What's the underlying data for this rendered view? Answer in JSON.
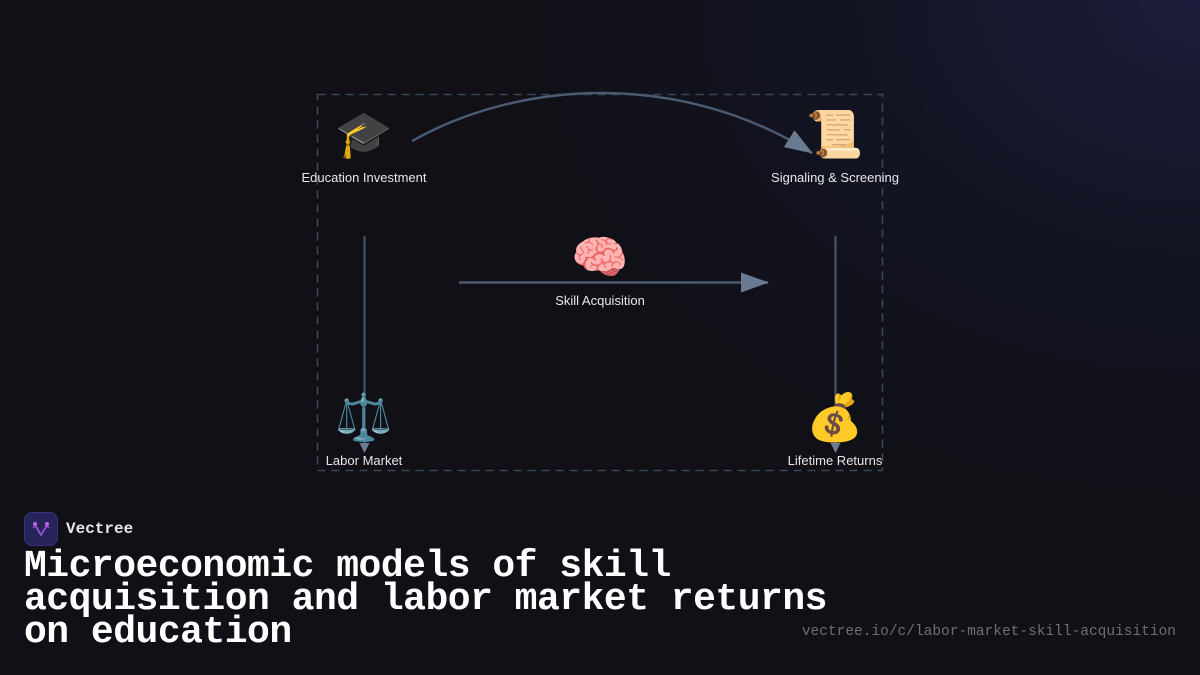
{
  "diagram": {
    "nodes": [
      {
        "id": "education",
        "label": "Education Investment",
        "icon": "graduation-cap-icon",
        "glyph": "🎓"
      },
      {
        "id": "signaling",
        "label": "Signaling & Screening",
        "icon": "scroll-icon",
        "glyph": "📜"
      },
      {
        "id": "skill",
        "label": "Skill Acquisition",
        "icon": "brain-icon",
        "glyph": "🧠"
      },
      {
        "id": "labor",
        "label": "Labor Market",
        "icon": "scales-icon",
        "glyph": "⚖️"
      },
      {
        "id": "returns",
        "label": "Lifetime Returns",
        "icon": "money-bag-icon",
        "glyph": "💰"
      }
    ],
    "edges": [
      {
        "from": "education",
        "to": "signaling",
        "style": "curved arrow"
      },
      {
        "from": "education",
        "to": "labor",
        "style": "vertical arrow"
      },
      {
        "from": "signaling",
        "to": "returns",
        "style": "vertical arrow"
      },
      {
        "from": "skill-left",
        "to": "skill-right",
        "style": "horizontal arrow"
      }
    ],
    "colors": {
      "edge": "#4a5a70",
      "arrowhead": "#6a7a90",
      "group_border": "#3a4658",
      "background": "#101016"
    }
  },
  "brand": {
    "name": "Vectree",
    "logo_color": "#9b4fd8"
  },
  "title": "Microeconomic models of skill acquisition and labor market returns on education",
  "url": "vectree.io/c/labor-market-skill-acquisition"
}
